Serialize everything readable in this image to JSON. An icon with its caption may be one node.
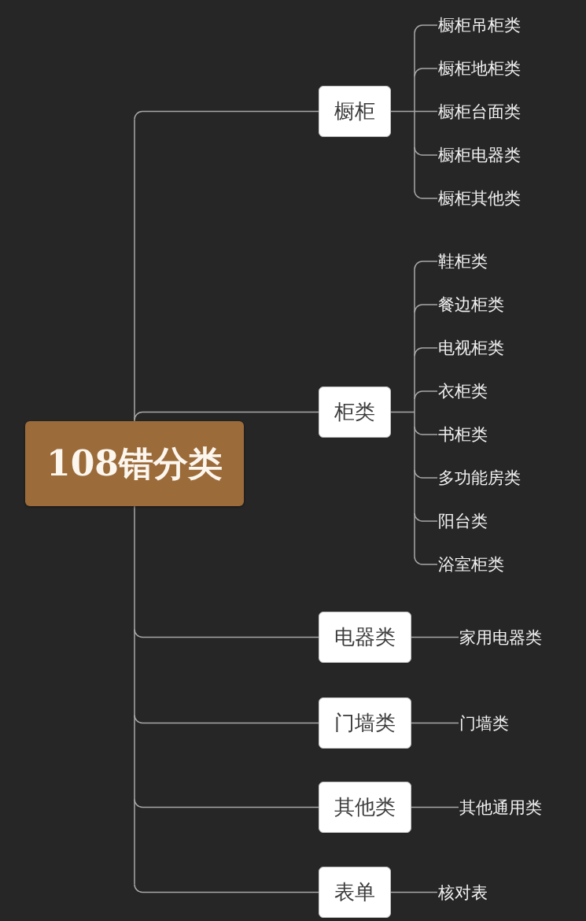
{
  "diagram": {
    "nodes": [
      {
        "text": [
          "108错分类"
        ]
      },
      {
        "text": [
          "橱柜"
        ]
      },
      {
        "text": [
          "橱柜吊柜类"
        ]
      },
      {
        "text": [
          "橱柜地柜类"
        ]
      },
      {
        "text": [
          "橱柜台面类"
        ]
      },
      {
        "text": [
          "橱柜电器类"
        ]
      },
      {
        "text": [
          "橱柜其他类"
        ]
      },
      {
        "text": [
          "柜类"
        ]
      },
      {
        "text": [
          "鞋柜类"
        ]
      },
      {
        "text": [
          "餐边柜类"
        ]
      },
      {
        "text": [
          "电视柜类"
        ]
      },
      {
        "text": [
          "衣柜类"
        ]
      },
      {
        "text": [
          "书柜类"
        ]
      },
      {
        "text": [
          "多功能房类"
        ]
      },
      {
        "text": [
          "阳台类"
        ]
      },
      {
        "text": [
          "浴室柜类"
        ]
      },
      {
        "text": [
          "电器类"
        ]
      },
      {
        "text": [
          "家用电器类"
        ]
      },
      {
        "text": [
          "门墙类"
        ]
      },
      {
        "text": [
          "门墙类"
        ]
      },
      {
        "text": [
          "其他类"
        ]
      },
      {
        "text": [
          "其他通用类"
        ]
      },
      {
        "text": [
          "表单"
        ]
      },
      {
        "text": [
          "核对表"
        ]
      }
    ],
    "edges": [
      {
        "from": 0,
        "to": 1,
        "arrow": "none"
      },
      {
        "from": 0,
        "to": 7,
        "arrow": "none"
      },
      {
        "from": 0,
        "to": 16,
        "arrow": "none"
      },
      {
        "from": 0,
        "to": 18,
        "arrow": "none"
      },
      {
        "from": 0,
        "to": 20,
        "arrow": "none"
      },
      {
        "from": 0,
        "to": 22,
        "arrow": "none"
      },
      {
        "from": 1,
        "to": 2,
        "arrow": "none"
      },
      {
        "from": 1,
        "to": 3,
        "arrow": "none"
      },
      {
        "from": 1,
        "to": 4,
        "arrow": "none"
      },
      {
        "from": 1,
        "to": 5,
        "arrow": "none"
      },
      {
        "from": 1,
        "to": 6,
        "arrow": "none"
      },
      {
        "from": 7,
        "to": 8,
        "arrow": "none"
      },
      {
        "from": 7,
        "to": 9,
        "arrow": "none"
      },
      {
        "from": 7,
        "to": 10,
        "arrow": "none"
      },
      {
        "from": 7,
        "to": 11,
        "arrow": "none"
      },
      {
        "from": 7,
        "to": 12,
        "arrow": "none"
      },
      {
        "from": 7,
        "to": 13,
        "arrow": "none"
      },
      {
        "from": 7,
        "to": 14,
        "arrow": "none"
      },
      {
        "from": 7,
        "to": 15,
        "arrow": "none"
      },
      {
        "from": 16,
        "to": 17,
        "arrow": "none"
      },
      {
        "from": 18,
        "to": 19,
        "arrow": "none"
      },
      {
        "from": 20,
        "to": 21,
        "arrow": "none"
      },
      {
        "from": 22,
        "to": 23,
        "arrow": "none"
      }
    ]
  }
}
